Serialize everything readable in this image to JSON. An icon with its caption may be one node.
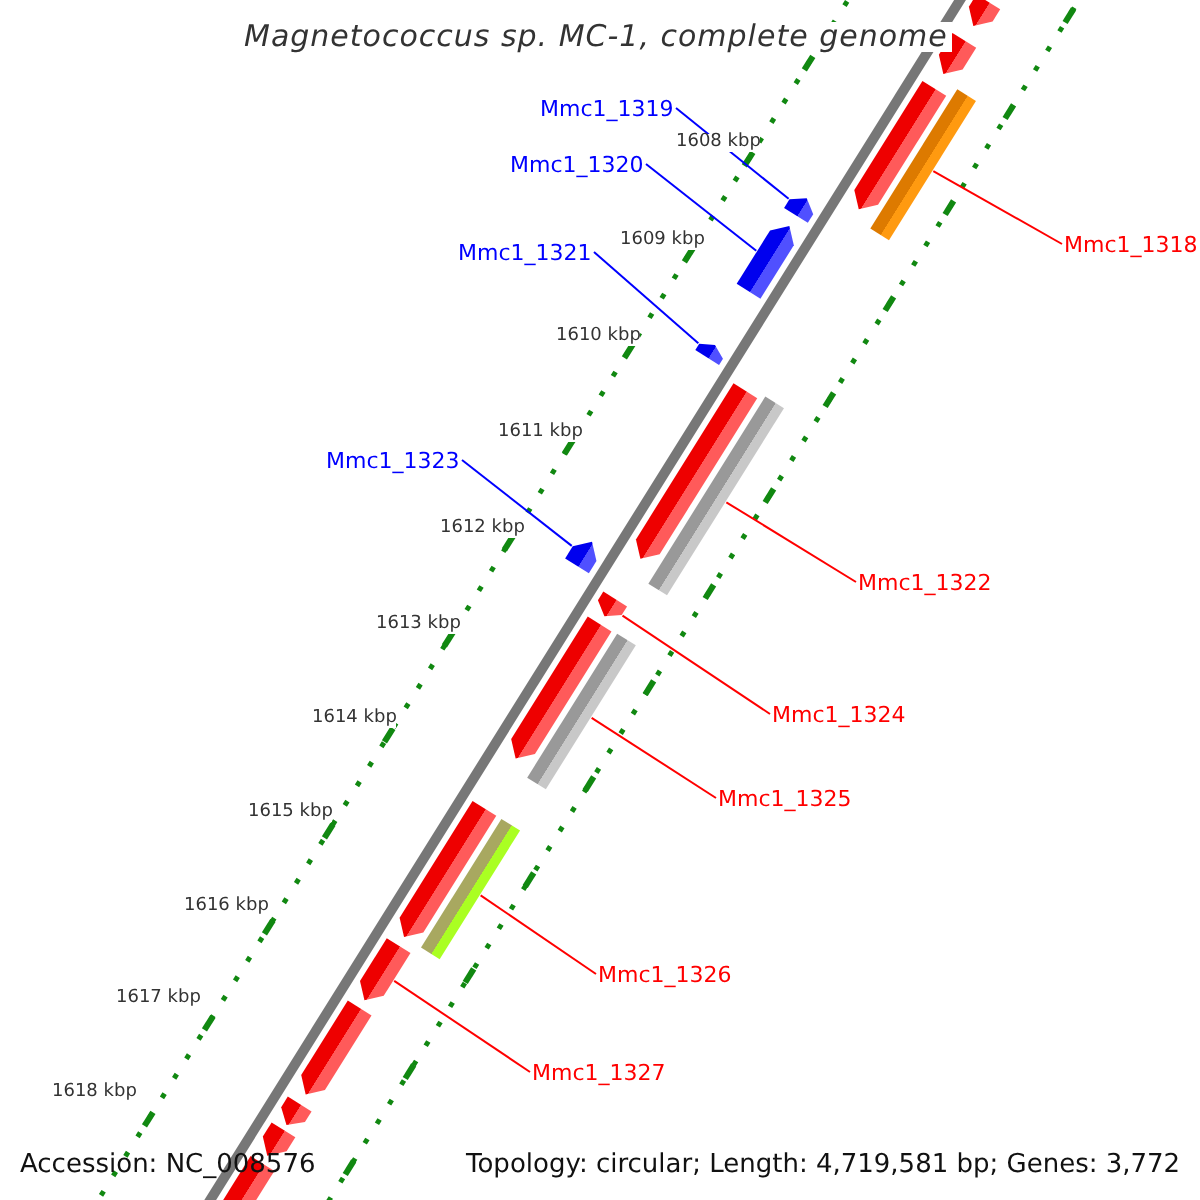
{
  "diagram": {
    "title": "Magnetococcus sp. MC-1, complete genome",
    "nodes": [
      {
        "text": [
          "Mmc1_1319"
        ]
      },
      {
        "text": [
          "Mmc1_1320"
        ]
      },
      {
        "text": [
          "Mmc1_1318"
        ]
      },
      {
        "text": [
          "Mmc1_1321"
        ]
      },
      {
        "text": [
          "Mmc1_1323"
        ]
      },
      {
        "text": [
          "Mmc1_1322"
        ]
      },
      {
        "text": [
          "Mmc1_1324"
        ]
      },
      {
        "text": [
          "Mmc1_1325"
        ]
      },
      {
        "text": [
          "Mmc1_1326"
        ]
      },
      {
        "text": [
          "Mmc1_1327"
        ]
      },
      {
        "text": [],
        "shape": "arrow"
      },
      {
        "text": [],
        "shape": "arrow"
      },
      {
        "text": [],
        "shape": "arrow"
      },
      {
        "text": [],
        "shape": "bar"
      },
      {
        "text": [],
        "shape": "arrow"
      },
      {
        "text": [],
        "shape": "arrow"
      },
      {
        "text": [],
        "shape": "arrow"
      },
      {
        "text": [],
        "shape": "arrow"
      },
      {
        "text": [],
        "shape": "bar"
      },
      {
        "text": [],
        "shape": "arrow"
      },
      {
        "text": [],
        "shape": "arrow"
      },
      {
        "text": [],
        "shape": "arrow"
      },
      {
        "text": [],
        "shape": "bar"
      },
      {
        "text": [],
        "shape": "arrow"
      },
      {
        "text": [],
        "shape": "bar"
      },
      {
        "text": [],
        "shape": "arrow"
      },
      {
        "text": [],
        "shape": "arrow"
      },
      {
        "text": [],
        "shape": "arrow"
      },
      {
        "text": [],
        "shape": "arrow"
      },
      {
        "text": [],
        "shape": "arrow"
      }
    ],
    "edges": [
      {
        "from": 0,
        "to": 14,
        "arrow": "none",
        "color": "#0000ff"
      },
      {
        "from": 1,
        "to": 15,
        "arrow": "none",
        "color": "#0000ff"
      },
      {
        "from": 2,
        "to": 13,
        "arrow": "none"
      },
      {
        "from": 3,
        "to": 16,
        "arrow": "none",
        "color": "#0000ff"
      },
      {
        "from": 4,
        "to": 19,
        "arrow": "none",
        "color": "#0000ff"
      },
      {
        "from": 5,
        "to": 18,
        "arrow": "none"
      },
      {
        "from": 6,
        "to": 20,
        "arrow": "none"
      },
      {
        "from": 7,
        "to": 22,
        "arrow": "none"
      },
      {
        "from": 8,
        "to": 24,
        "arrow": "none"
      },
      {
        "from": 9,
        "to": 25,
        "arrow": "none"
      }
    ],
    "labels": [
      "1608 kbp",
      "1609 kbp",
      "1610 kbp",
      "1611 kbp",
      "1612 kbp",
      "1613 kbp",
      "1614 kbp",
      "1615 kbp",
      "1616 kbp",
      "1617 kbp",
      "1618 kbp",
      "Accession: NC_008576",
      "Topology: circular; Length: 4,719,581 bp; Genes: 3,772"
    ]
  }
}
